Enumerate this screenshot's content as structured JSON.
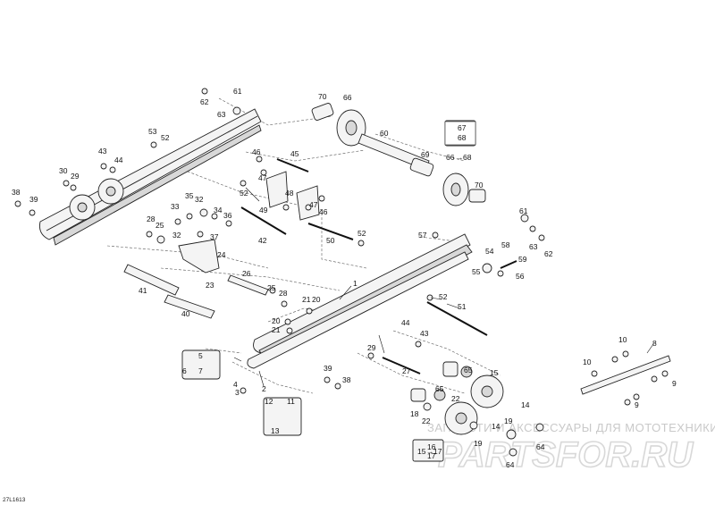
{
  "diagram": {
    "code": "27L1613",
    "watermark_text": "ЗАПЧАСТИ И АКСЕССУАРЫ ДЛЯ МОТОТЕХНИКИ",
    "watermark_logo": "PARTSFOR.RU",
    "callout_pairs": {
      "a": {
        "from": "66",
        "to": "68"
      },
      "b": {
        "from": "15",
        "to": "17"
      }
    },
    "labels": [
      {
        "id": "l1",
        "text": "1"
      },
      {
        "id": "l2",
        "text": "2"
      },
      {
        "id": "l3",
        "text": "3"
      },
      {
        "id": "l4",
        "text": "4"
      },
      {
        "id": "l5",
        "text": "5"
      },
      {
        "id": "l6",
        "text": "6"
      },
      {
        "id": "l7",
        "text": "7"
      },
      {
        "id": "l8",
        "text": "8"
      },
      {
        "id": "l9a",
        "text": "9"
      },
      {
        "id": "l9b",
        "text": "9"
      },
      {
        "id": "l10a",
        "text": "10"
      },
      {
        "id": "l10b",
        "text": "10"
      },
      {
        "id": "l11",
        "text": "11"
      },
      {
        "id": "l12",
        "text": "12"
      },
      {
        "id": "l13",
        "text": "13"
      },
      {
        "id": "l14a",
        "text": "14"
      },
      {
        "id": "l14b",
        "text": "14"
      },
      {
        "id": "l15",
        "text": "15"
      },
      {
        "id": "l16",
        "text": "16"
      },
      {
        "id": "l17",
        "text": "17"
      },
      {
        "id": "l18",
        "text": "18"
      },
      {
        "id": "l19",
        "text": "19"
      },
      {
        "id": "l19b",
        "text": "19"
      },
      {
        "id": "l20",
        "text": "20"
      },
      {
        "id": "l20b",
        "text": "20"
      },
      {
        "id": "l21",
        "text": "21"
      },
      {
        "id": "l21b",
        "text": "21"
      },
      {
        "id": "l22a",
        "text": "22"
      },
      {
        "id": "l22b",
        "text": "22"
      },
      {
        "id": "l23",
        "text": "23"
      },
      {
        "id": "l24",
        "text": "24"
      },
      {
        "id": "l25a",
        "text": "25"
      },
      {
        "id": "l25b",
        "text": "25"
      },
      {
        "id": "l26",
        "text": "26"
      },
      {
        "id": "l27",
        "text": "27"
      },
      {
        "id": "l28a",
        "text": "28"
      },
      {
        "id": "l28b",
        "text": "28"
      },
      {
        "id": "l29a",
        "text": "29"
      },
      {
        "id": "l29b",
        "text": "29"
      },
      {
        "id": "l30",
        "text": "30"
      },
      {
        "id": "l32a",
        "text": "32"
      },
      {
        "id": "l32b",
        "text": "32"
      },
      {
        "id": "l33",
        "text": "33"
      },
      {
        "id": "l34",
        "text": "34"
      },
      {
        "id": "l35",
        "text": "35"
      },
      {
        "id": "l36",
        "text": "36"
      },
      {
        "id": "l37",
        "text": "37"
      },
      {
        "id": "l38a",
        "text": "38"
      },
      {
        "id": "l38b",
        "text": "38"
      },
      {
        "id": "l39a",
        "text": "39"
      },
      {
        "id": "l39b",
        "text": "39"
      },
      {
        "id": "l40",
        "text": "40"
      },
      {
        "id": "l41",
        "text": "41"
      },
      {
        "id": "l42",
        "text": "42"
      },
      {
        "id": "l43a",
        "text": "43"
      },
      {
        "id": "l43b",
        "text": "43"
      },
      {
        "id": "l44a",
        "text": "44"
      },
      {
        "id": "l44b",
        "text": "44"
      },
      {
        "id": "l45",
        "text": "45"
      },
      {
        "id": "l46a",
        "text": "46"
      },
      {
        "id": "l46b",
        "text": "46"
      },
      {
        "id": "l47a",
        "text": "47"
      },
      {
        "id": "l47b",
        "text": "47"
      },
      {
        "id": "l48",
        "text": "48"
      },
      {
        "id": "l49",
        "text": "49"
      },
      {
        "id": "l50",
        "text": "50"
      },
      {
        "id": "l51",
        "text": "51"
      },
      {
        "id": "l52a",
        "text": "52"
      },
      {
        "id": "l52b",
        "text": "52"
      },
      {
        "id": "l52c",
        "text": "52"
      },
      {
        "id": "l52d",
        "text": "52"
      },
      {
        "id": "l53",
        "text": "53"
      },
      {
        "id": "l54",
        "text": "54"
      },
      {
        "id": "l55",
        "text": "55"
      },
      {
        "id": "l56",
        "text": "56"
      },
      {
        "id": "l57",
        "text": "57"
      },
      {
        "id": "l58",
        "text": "58"
      },
      {
        "id": "l59",
        "text": "59"
      },
      {
        "id": "l60",
        "text": "60"
      },
      {
        "id": "l61a",
        "text": "61"
      },
      {
        "id": "l61b",
        "text": "61"
      },
      {
        "id": "l62a",
        "text": "62"
      },
      {
        "id": "l62b",
        "text": "62"
      },
      {
        "id": "l63a",
        "text": "63"
      },
      {
        "id": "l63b",
        "text": "63"
      },
      {
        "id": "l64a",
        "text": "64"
      },
      {
        "id": "l64b",
        "text": "64"
      },
      {
        "id": "l65a",
        "text": "65"
      },
      {
        "id": "l65b",
        "text": "65"
      },
      {
        "id": "l66",
        "text": "66"
      },
      {
        "id": "l67",
        "text": "67"
      },
      {
        "id": "l68",
        "text": "68"
      },
      {
        "id": "l69",
        "text": "69"
      },
      {
        "id": "l70a",
        "text": "70"
      },
      {
        "id": "l70b",
        "text": "70"
      }
    ]
  }
}
